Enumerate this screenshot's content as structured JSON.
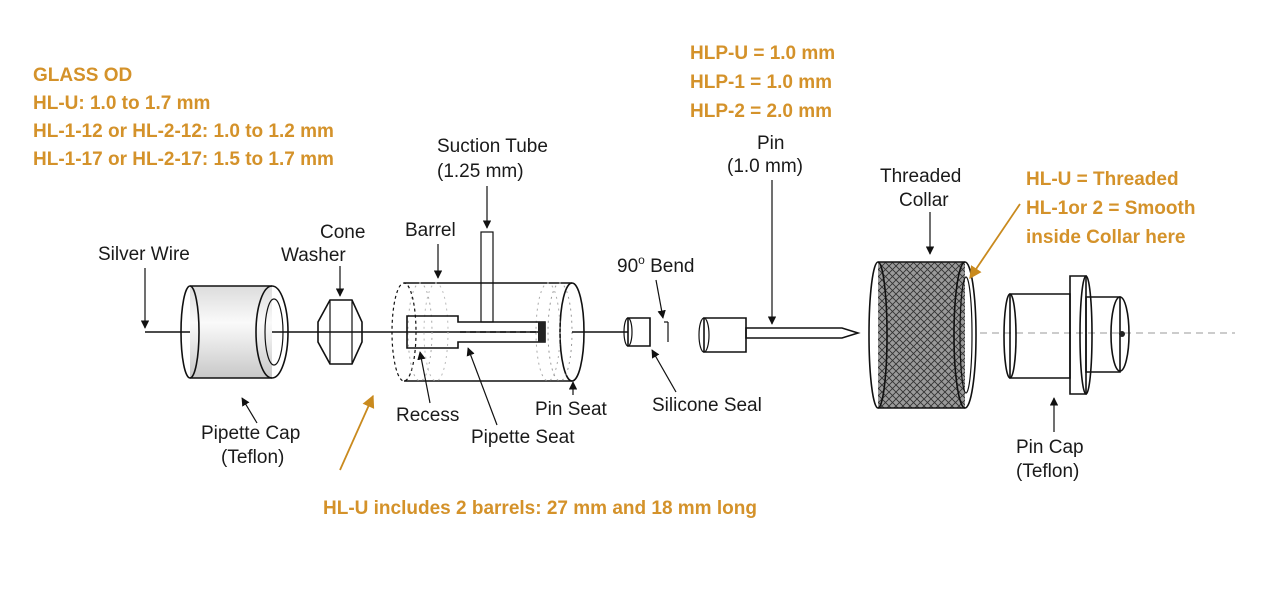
{
  "colors": {
    "accent": "#d4922a",
    "ink": "#111111",
    "background": "#ffffff"
  },
  "notes": {
    "glass_od": [
      "GLASS OD",
      "HL-U: 1.0 to 1.7 mm",
      "HL-1-12 or HL-2-12: 1.0 to 1.2 mm",
      "HL-1-17 or HL-2-17: 1.5 to 1.7 mm"
    ],
    "pin_sizes": [
      "HLP-U = 1.0 mm",
      "HLP-1 = 1.0 mm",
      "HLP-2 = 2.0 mm"
    ],
    "collar": [
      "HL-U = Threaded",
      "HL-1or 2 = Smooth",
      "inside Collar here"
    ],
    "barrels": "HL-U includes 2 barrels: 27 mm and 18 mm long"
  },
  "labels": {
    "silver_wire": "Silver Wire",
    "cone_washer": [
      "Cone",
      "Washer"
    ],
    "barrel": "Barrel",
    "suction_tube": [
      "Suction Tube",
      "(1.25 mm)"
    ],
    "bend": "90",
    "bend_sup": "o",
    "bend_rest": " Bend",
    "pin": [
      "Pin",
      "(1.0 mm)"
    ],
    "threaded_collar": [
      "Threaded",
      "Collar"
    ],
    "pipette_cap": [
      "Pipette Cap",
      "(Teflon)"
    ],
    "recess": "Recess",
    "pipette_seat": "Pipette Seat",
    "pin_seat": "Pin Seat",
    "silicone_seal": "Silicone Seal",
    "pin_cap": [
      "Pin Cap",
      "(Teflon)"
    ]
  }
}
